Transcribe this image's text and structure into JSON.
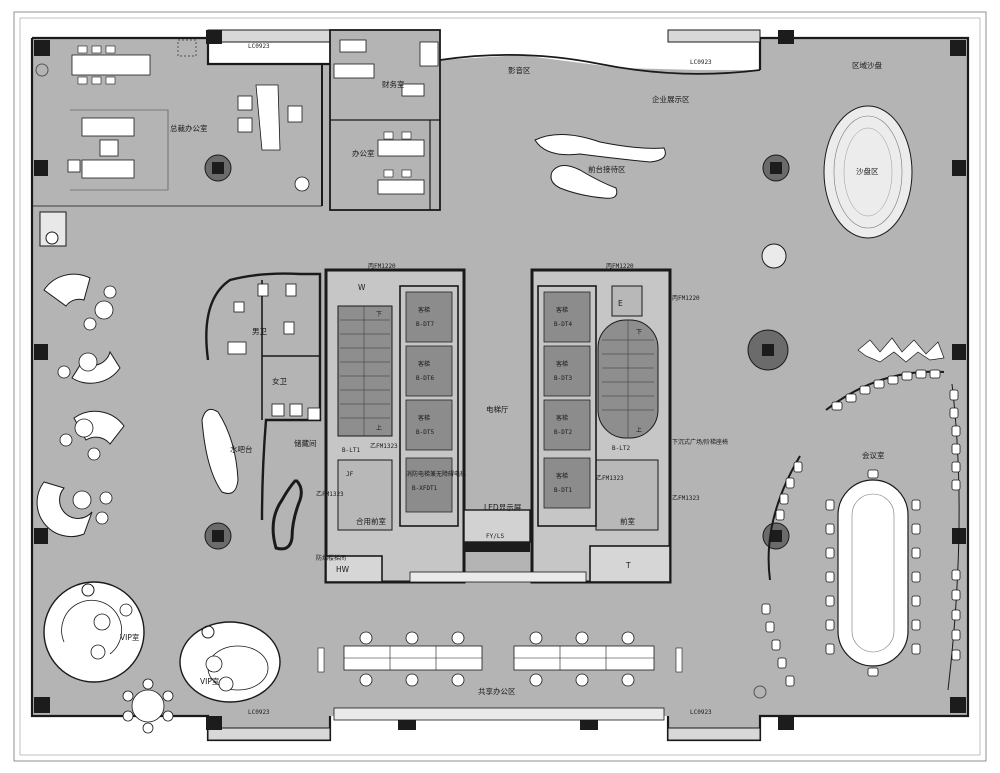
{
  "rooms": {
    "ceo_office": "总裁办公室",
    "finance": "财务室",
    "office": "办公室",
    "av_zone": "影音区",
    "exhibition": "企业展示区",
    "reception": "前台接待区",
    "sand_table_zone": "区域沙盘",
    "sand_table": "沙盘区",
    "male_wc": "男卫",
    "female_wc": "女卫",
    "water_bar": "水吧台",
    "storage": "储藏间",
    "meeting": "会议室",
    "vip1": "VIP室",
    "vip2": "VIP室",
    "shared_office": "共享办公区",
    "corridor": "电梯厅",
    "led": "LED显示屏",
    "jf_room": "合用前室",
    "corridor_right": "前室",
    "hw": "HW",
    "t": "T",
    "right_stair_note": "下沉式广场/阶梯座椅",
    "left_stair_note": "防烟楼梯间"
  },
  "tags": {
    "fm_left": "丙FM1220",
    "fm_right": "丙FM1220",
    "fm_right_side": "丙FM1220",
    "zfm_left1": "乙FM1323",
    "zfm_left2": "乙FM1323",
    "zfm_right": "乙FM1323",
    "zfm_right2": "乙FM1323",
    "lc_tl": "LC0923",
    "lc_tr": "LC0923",
    "lc_bl": "LC0923",
    "lc_br": "LC0923",
    "jf": "JF",
    "fy": "FY/LS",
    "w1": "W",
    "e1": "E"
  },
  "elevators_left": [
    {
      "name": "客梯",
      "code": "B-DT7"
    },
    {
      "name": "客梯",
      "code": "B-DT6"
    },
    {
      "name": "客梯",
      "code": "B-DT5"
    },
    {
      "name": "消防电梯兼无障碍电梯",
      "code": "B-XFDT1"
    }
  ],
  "elevators_right": [
    {
      "name": "客梯",
      "code": "B-DT4"
    },
    {
      "name": "客梯",
      "code": "B-DT3"
    },
    {
      "name": "客梯",
      "code": "B-DT2"
    },
    {
      "name": "客梯",
      "code": "B-DT1"
    }
  ],
  "stairs": {
    "left_code": "B-LT1",
    "right_code": "B-LT2",
    "down": "下",
    "up": "上"
  }
}
